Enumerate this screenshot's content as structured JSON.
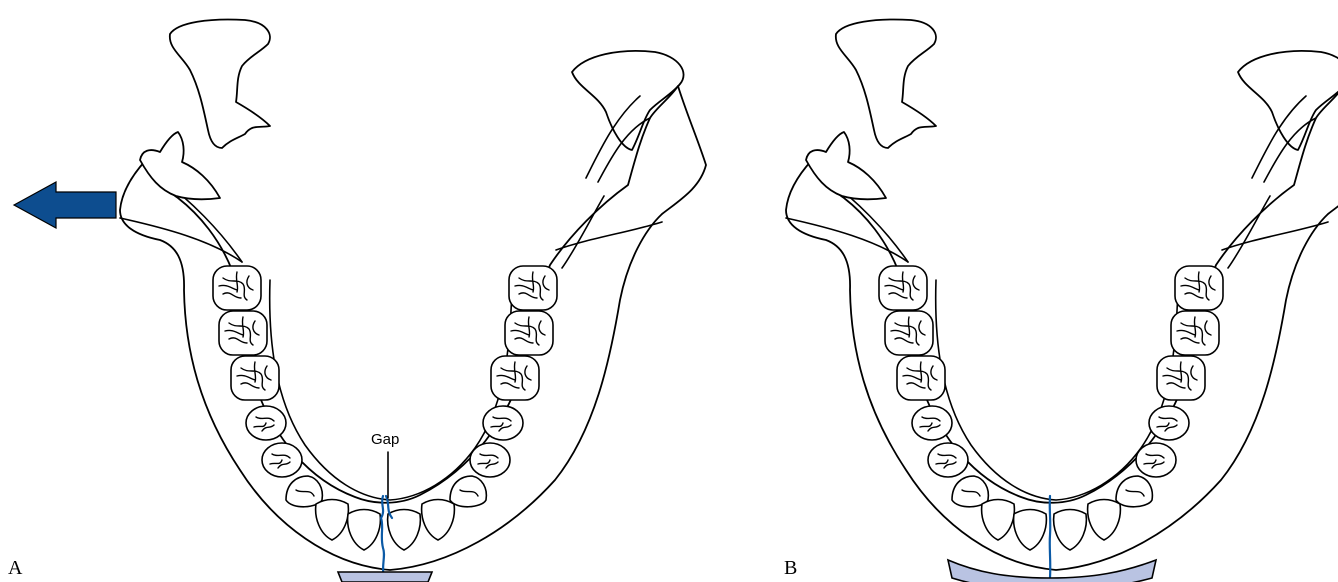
{
  "figure": {
    "panel_a": {
      "label": "A",
      "callout": "Gap"
    },
    "panel_b": {
      "label": "B"
    }
  },
  "colors": {
    "fracture_line": "#0b5aa6",
    "fixation_plate": "#b9c3e2",
    "displacement_arrow": "#0d4d8f"
  },
  "icons": {
    "displacement": "arrow-left-icon"
  }
}
